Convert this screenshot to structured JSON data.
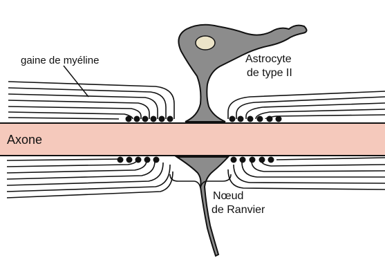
{
  "labels": {
    "myelin": "gaine de myéline",
    "astro_line1": "Astrocyte",
    "astro_line2": "de type II",
    "axon": "Axone",
    "node_line1": "Nœud",
    "node_line2": "de Ranvier"
  },
  "colors": {
    "axon_fill": "#f5c9bc",
    "glia_fill": "#8c8c8c",
    "nucleus_fill": "#ece4c8",
    "line": "#111111"
  },
  "icons": [
    "astrocyte-cell",
    "myelin-lamellae",
    "ranvier-node-brace"
  ]
}
